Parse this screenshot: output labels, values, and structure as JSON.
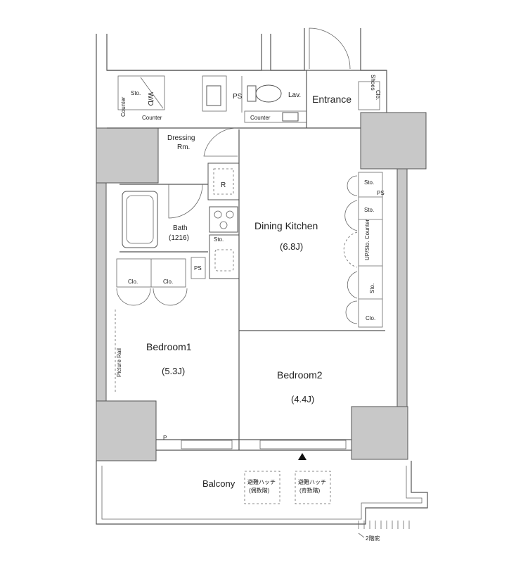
{
  "rooms": {
    "entrance": "Entrance",
    "lav": "Lav.",
    "dressing_1": "Dressing",
    "dressing_2": "Rm.",
    "bath": "Bath",
    "bath_size": "(1216)",
    "dining_kitchen": "Dining Kitchen",
    "dining_kitchen_area": "(6.8J)",
    "bedroom1": "Bedroom1",
    "bedroom1_area": "(5.3J)",
    "bedroom2": "Bedroom2",
    "bedroom2_area": "(4.4J)",
    "balcony": "Balcony"
  },
  "fixtures": {
    "sto": "Sto.",
    "wd": "W/D",
    "counter": "Counter",
    "ps": "PS",
    "shoes_1": "Shoes",
    "shoes_2": "Clo.",
    "clo": "Clo.",
    "r": "R",
    "up_sto_counter": "UP/Sto. Counter",
    "picture_rail": "Picture Rail",
    "p": "P"
  },
  "hatches": {
    "hatch": "避難ハッチ",
    "even": "(偶数階)",
    "odd": "(奇数階)"
  },
  "floor_note": "2階庇"
}
